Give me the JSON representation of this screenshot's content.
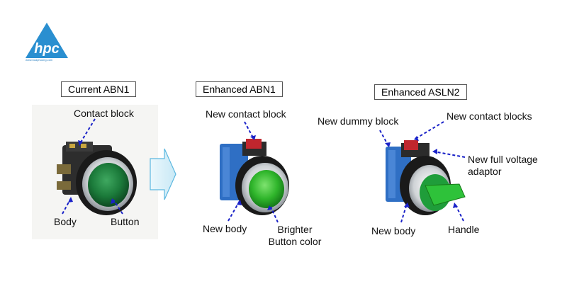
{
  "logo": {
    "text": "hpc",
    "url": "www.hoaphuong.com",
    "color": "#2a8fd0"
  },
  "panels": {
    "current": {
      "title": "Current ABN1"
    },
    "enhanced_abn1": {
      "title": "Enhanced ABN1"
    },
    "enhanced_asln2": {
      "title": "Enhanced ASLN2"
    }
  },
  "labels": {
    "contact_block": "Contact block",
    "body": "Body",
    "button": "Button",
    "new_contact_block": "New contact block",
    "new_body_1": "New body",
    "brighter_line1": "Brighter",
    "brighter_line2": "Button color",
    "new_dummy_block": "New dummy block",
    "new_contact_blocks": "New contact blocks",
    "new_full_voltage_line1": "New full voltage",
    "new_full_voltage_line2": "adaptor",
    "new_body_2": "New body",
    "handle": "Handle"
  },
  "colors": {
    "arrow_dashed": "#1a22c8",
    "button_green": "#1f8a3a",
    "bright_green": "#2bb52b",
    "body_blue": "#2f6fc4",
    "contact_red": "#c0262e",
    "chevron_fill": "#dff1fa",
    "chevron_stroke": "#5cb8e0"
  }
}
